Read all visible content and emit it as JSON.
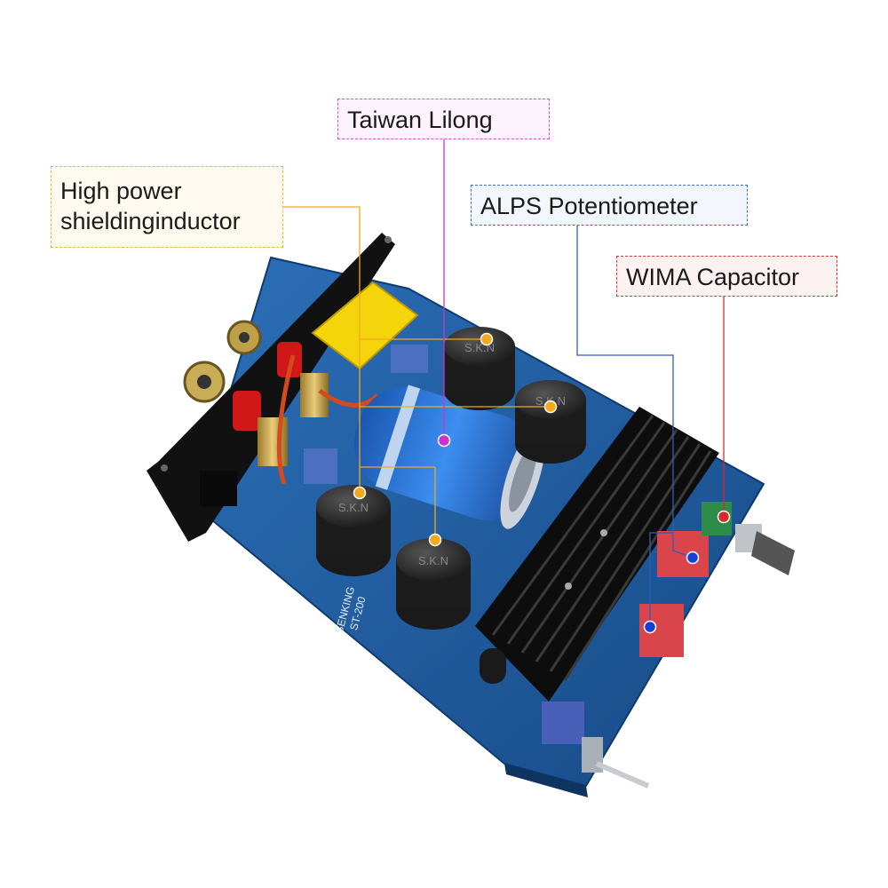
{
  "callouts": {
    "inductor": {
      "line1": "High power",
      "line2": "shieldinginductor",
      "color": "#f2a91e"
    },
    "lilong": {
      "label": "Taiwan Lilong",
      "color": "#cc33cc"
    },
    "alps": {
      "label": "ALPS Potentiometer",
      "color": "#2d5fb8"
    },
    "wima": {
      "label": "WIMA Capacitor",
      "color": "#d42a2a"
    }
  },
  "board": {
    "inductor_marking": "S.K.N",
    "board_text_line1": "SENKING",
    "board_text_line2": "ST-200",
    "pcb_color": "#1f5a9e",
    "heatsink_color": "#111111",
    "capacitor_color": "#2a6fd0",
    "wima_color": "#d9454a"
  }
}
